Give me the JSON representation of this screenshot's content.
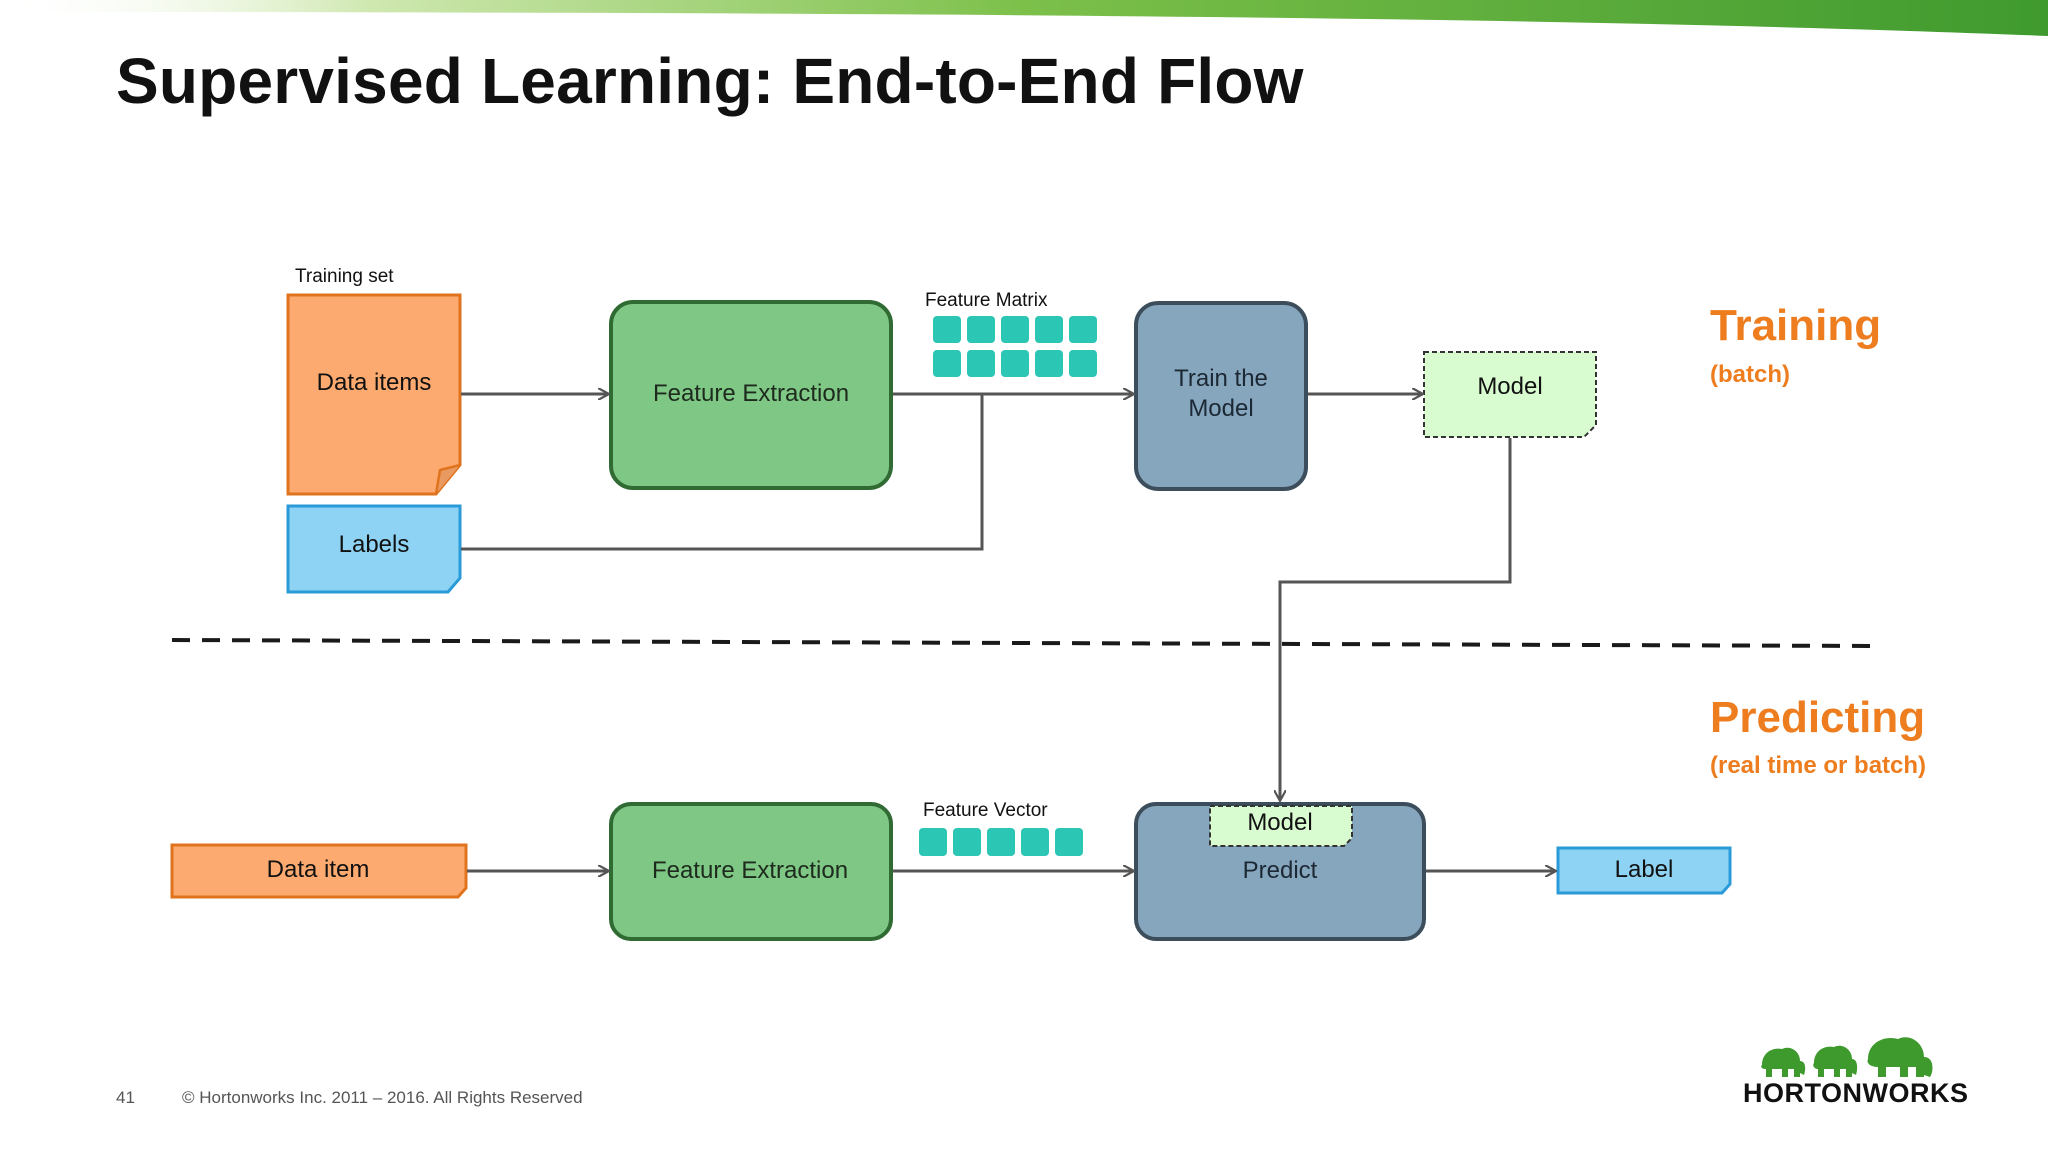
{
  "slide": {
    "title": "Supervised Learning: End-to-End Flow",
    "page_number": "41",
    "copyright": "© Hortonworks Inc. 2011 – 2016. All Rights Reserved",
    "brand": "HORTONWORKS"
  },
  "training": {
    "heading": "Training",
    "subheading": "(batch)",
    "training_set_label": "Training set",
    "data_items": "Data items",
    "labels": "Labels",
    "feature_extraction": "Feature Extraction",
    "feature_matrix_label": "Feature Matrix",
    "train_line1": "Train the",
    "train_line2": "Model",
    "model": "Model"
  },
  "predicting": {
    "heading": "Predicting",
    "subheading": "(real time or batch)",
    "data_item": "Data item",
    "feature_extraction": "Feature Extraction",
    "feature_vector_label": "Feature Vector",
    "model": "Model",
    "predict": "Predict",
    "label": "Label"
  },
  "colors": {
    "orange_fill": "#FDAA70",
    "orange_stroke": "#E0731E",
    "blue_fill": "#8ED3F3",
    "blue_stroke": "#2A9BD8",
    "green_fill": "#7FC785",
    "green_stroke": "#2F6B33",
    "slate_fill": "#86A6BE",
    "slate_stroke": "#3C4E5C",
    "model_fill": "#D9FBD0",
    "teal": "#2BC6B4",
    "accent": "#ED7D1E"
  },
  "icons": {
    "logo": "elephant-herd-icon"
  }
}
